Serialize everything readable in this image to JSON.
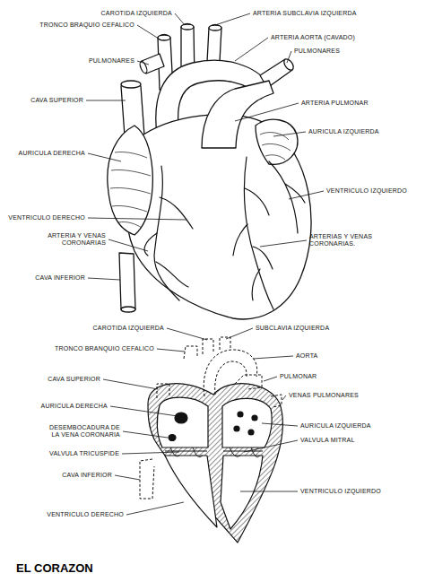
{
  "diagram": {
    "title": "EL CORAZON",
    "labels": [
      "CAROTIDA IZQUIERDA",
      "ARTERIA SUBCLAVIA IZQUIERDA",
      "TRONCO BRAQUIO CEFALICO",
      "ARTERIA AORTA (CAVADO)",
      "PULMONARES",
      "PULMONARES",
      "CAVA SUPERIOR",
      "ARTERIA PULMONAR",
      "AURICULA IZQUIERDA",
      "AURICULA DERECHA",
      "VENTRICULO IZQUIERDO",
      "VENTRICULO DERECHO",
      "ARTERIA Y VENAS CORONARIAS",
      "ARTERIAS Y VENAS CORONARIAS.",
      "CAVA INFERIOR",
      "CAROTIDA IZQUIERDA",
      "SUBCLAVIA IZQUIERDA",
      "TRONCO BRANQUIO CEFALICO",
      "AORTA",
      "CAVA SUPERIOR",
      "PULMONAR",
      "VENAS PULMONARES",
      "AURICULA DERECHA",
      "DESEMBOCADURA DE LA VENA CORONARIA",
      "AURICULA IZQUIERDA",
      "VALVULA MITRAL",
      "VALVULA TRICUSPIDE",
      "CAVA INFERIOR",
      "VENTRICULO IZQUIERDO",
      "VENTRICULO DERECHO"
    ]
  }
}
